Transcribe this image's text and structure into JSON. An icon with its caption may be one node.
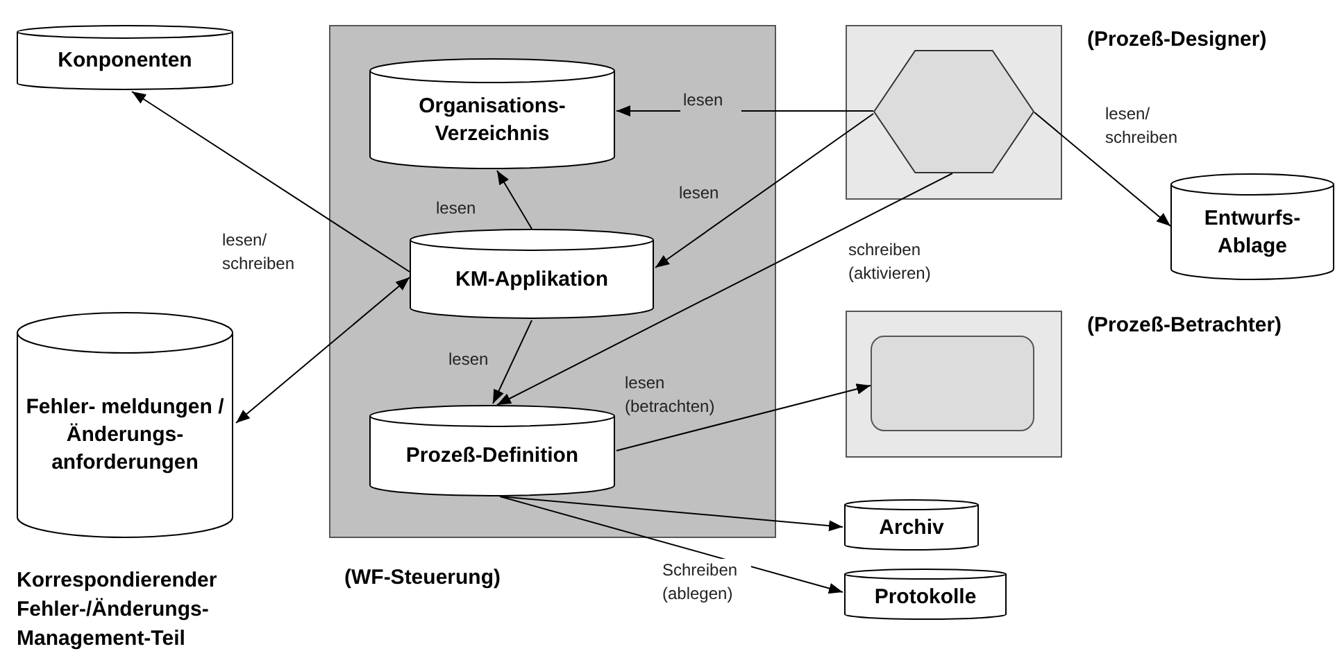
{
  "diagram": {
    "nodes": [
      {
        "text": [
          "(WF-Steuerung)"
        ]
      },
      {
        "text": [
          "Organisations- Verzeichnis"
        ],
        "in": 0
      },
      {
        "text": [
          "KM-Applikation"
        ],
        "in": 0
      },
      {
        "text": [
          "Prozeß-Definition"
        ],
        "in": 0
      },
      {
        "text": [
          "Konponenten"
        ]
      },
      {
        "text": [
          "Fehler- meldungen / Änderungs- anforderungen"
        ],
        "beside": [
          "Korrespondierender Fehler-/Änderungs- Management-Teil"
        ]
      },
      {
        "text": [
          "(Prozeß-Designer)"
        ]
      },
      {
        "text": [],
        "shape": "hexagon",
        "in": 6
      },
      {
        "text": [
          "Entwurfs- Ablage"
        ]
      },
      {
        "text": [
          "(Prozeß-Betrachter)"
        ]
      },
      {
        "text": [],
        "shape": "box",
        "in": 9
      },
      {
        "text": [
          "Archiv"
        ]
      },
      {
        "text": [
          "Protokolle"
        ]
      }
    ],
    "edges": [
      {
        "from": 2,
        "to": 4,
        "arrow": "to",
        "label": "lesen/ schreiben"
      },
      {
        "from": 2,
        "to": 5,
        "arrow": "both"
      },
      {
        "from": 2,
        "to": 1,
        "arrow": "to",
        "label": "lesen"
      },
      {
        "from": 2,
        "to": 3,
        "arrow": "to",
        "label": "lesen"
      },
      {
        "from": 7,
        "to": 1,
        "arrow": "to",
        "label": "lesen"
      },
      {
        "from": 7,
        "to": 2,
        "arrow": "to",
        "label": "lesen"
      },
      {
        "from": 7,
        "to": 3,
        "arrow": "to",
        "label": "schreiben (aktivieren)"
      },
      {
        "from": 3,
        "to": 10,
        "arrow": "to",
        "label": "lesen (betrachten)"
      },
      {
        "from": 7,
        "to": 8,
        "arrow": "to",
        "label": "lesen/ schreiben"
      },
      {
        "from": 3,
        "to": 11,
        "arrow": "to"
      },
      {
        "from": 3,
        "to": 12,
        "arrow": "to",
        "label": "Schreiben (ablegen)"
      }
    ]
  }
}
